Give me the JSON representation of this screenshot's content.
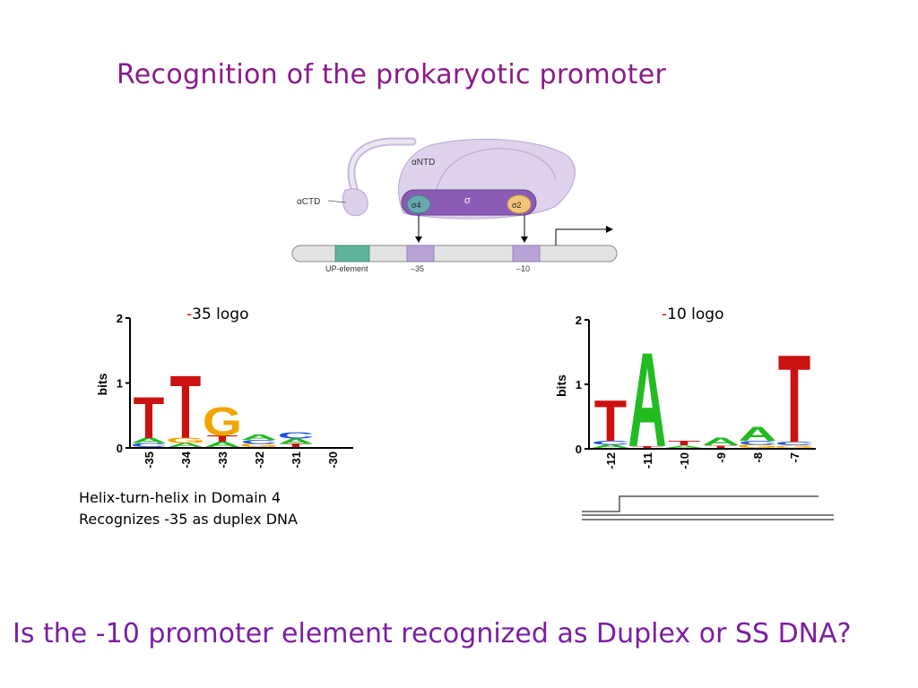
{
  "slide": {
    "title": "Recognition of the prokaryotic promoter",
    "question": "Is the -10 promoter element recognized as Duplex or SS DNA?"
  },
  "diagram": {
    "labels": {
      "actd": "αCTD",
      "antd": "αNTD",
      "sigma": "σ",
      "sigma4": "σ4",
      "sigma2": "σ2",
      "up_element": "UP-element",
      "minus35": "–35",
      "minus10": "–10"
    },
    "colors": {
      "polymerase": "#d9cde8",
      "sigma_fill": "#8a5cb5",
      "sigma4_fill": "#6aa8b0",
      "sigma2_fill": "#f2c67a",
      "up_box": "#5fb39a",
      "promoter_box": "#b9a2d6"
    }
  },
  "logo35": {
    "label_dash": "-",
    "label_rest": "35  logo",
    "ylabel": "bits",
    "yticks": [
      "0",
      "1",
      "2"
    ],
    "positions": [
      "-35",
      "-34",
      "-33",
      "-32",
      "-31",
      "-30"
    ]
  },
  "logo10": {
    "label_dash": "-",
    "label_rest": "10  logo",
    "ylabel": "bits",
    "yticks": [
      "0",
      "1",
      "2"
    ],
    "positions": [
      "-12",
      "-11",
      "-10",
      "-9",
      "-8",
      "-7"
    ]
  },
  "note": {
    "line1": "Helix-turn-helix in Domain 4",
    "line2": "Recognizes -35 as duplex DNA"
  },
  "chart_data": [
    {
      "type": "sequence-logo",
      "ylabel": "bits",
      "ylim": [
        0,
        2
      ],
      "positions": [
        "-35",
        "-34",
        "-33",
        "-32",
        "-31",
        "-30"
      ],
      "letters": [
        {
          "position": "-35",
          "stack": [
            {
              "base": "T",
              "bits": 0.65
            },
            {
              "base": "A",
              "bits": 0.08
            },
            {
              "base": "C",
              "bits": 0.06
            }
          ]
        },
        {
          "position": "-34",
          "stack": [
            {
              "base": "T",
              "bits": 1.0
            },
            {
              "base": "G",
              "bits": 0.08
            },
            {
              "base": "A",
              "bits": 0.06
            }
          ]
        },
        {
          "position": "-33",
          "stack": [
            {
              "base": "G",
              "bits": 0.45
            },
            {
              "base": "T",
              "bits": 0.1
            },
            {
              "base": "A",
              "bits": 0.08
            }
          ]
        },
        {
          "position": "-32",
          "stack": [
            {
              "base": "A",
              "bits": 0.08
            },
            {
              "base": "C",
              "bits": 0.06
            },
            {
              "base": "G",
              "bits": 0.05
            }
          ]
        },
        {
          "position": "-31",
          "stack": [
            {
              "base": "C",
              "bits": 0.1
            },
            {
              "base": "A",
              "bits": 0.08
            },
            {
              "base": "T",
              "bits": 0.05
            }
          ]
        },
        {
          "position": "-30",
          "stack": []
        }
      ]
    },
    {
      "type": "sequence-logo",
      "ylabel": "bits",
      "ylim": [
        0,
        2
      ],
      "positions": [
        "-12",
        "-11",
        "-10",
        "-9",
        "-8",
        "-7"
      ],
      "letters": [
        {
          "position": "-12",
          "stack": [
            {
              "base": "T",
              "bits": 0.65
            },
            {
              "base": "C",
              "bits": 0.06
            },
            {
              "base": "A",
              "bits": 0.05
            }
          ]
        },
        {
          "position": "-11",
          "stack": [
            {
              "base": "A",
              "bits": 1.5
            },
            {
              "base": "T",
              "bits": 0.03
            }
          ]
        },
        {
          "position": "-10",
          "stack": [
            {
              "base": "T",
              "bits": 0.07
            },
            {
              "base": "A",
              "bits": 0.04
            }
          ]
        },
        {
          "position": "-9",
          "stack": [
            {
              "base": "A",
              "bits": 0.12
            },
            {
              "base": "T",
              "bits": 0.04
            }
          ]
        },
        {
          "position": "-8",
          "stack": [
            {
              "base": "A",
              "bits": 0.22
            },
            {
              "base": "C",
              "bits": 0.06
            },
            {
              "base": "G",
              "bits": 0.05
            }
          ]
        },
        {
          "position": "-7",
          "stack": [
            {
              "base": "T",
              "bits": 1.4
            },
            {
              "base": "C",
              "bits": 0.05
            },
            {
              "base": "G",
              "bits": 0.04
            }
          ]
        }
      ]
    }
  ]
}
